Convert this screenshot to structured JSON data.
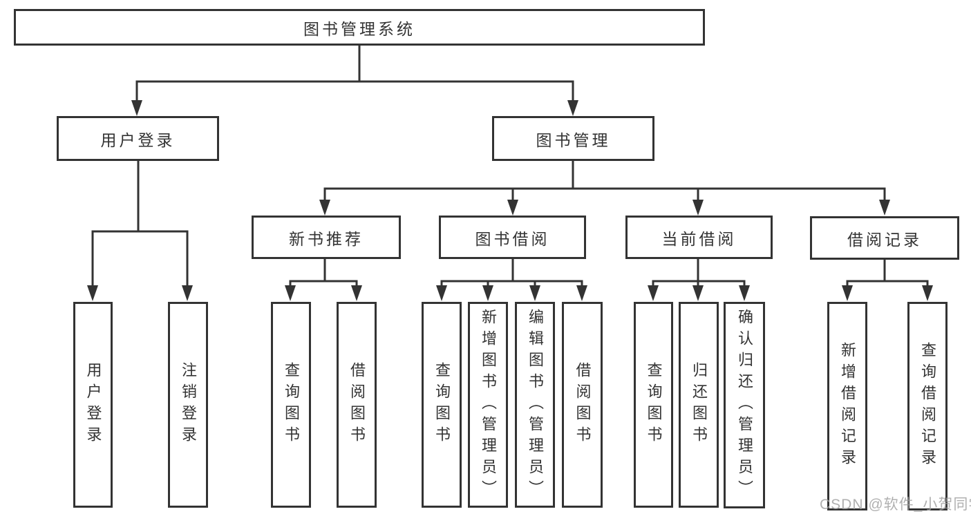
{
  "diagram": {
    "root": {
      "label": "图书管理系统"
    },
    "level1": [
      {
        "label": "用户登录"
      },
      {
        "label": "图书管理"
      }
    ],
    "level2": [
      {
        "label": "新书推荐"
      },
      {
        "label": "图书借阅"
      },
      {
        "label": "当前借阅"
      },
      {
        "label": "借阅记录"
      }
    ],
    "leaves": [
      {
        "label": "用户登录"
      },
      {
        "label": "注销登录"
      },
      {
        "label": "查询图书"
      },
      {
        "label": "借阅图书"
      },
      {
        "label": "查询图书"
      },
      {
        "label": "新增图书（管理员）"
      },
      {
        "label": "编辑图书（管理员）"
      },
      {
        "label": "借阅图书"
      },
      {
        "label": "查询图书"
      },
      {
        "label": "归还图书"
      },
      {
        "label": "确认归还（管理员）"
      },
      {
        "label": "新增借阅记录"
      },
      {
        "label": "查询借阅记录"
      }
    ]
  },
  "watermark": "CSDN @软件_小贺同学",
  "colors": {
    "line": "#333333",
    "text": "#333333",
    "background": "#ffffff",
    "watermark": "#a2a2a2"
  }
}
